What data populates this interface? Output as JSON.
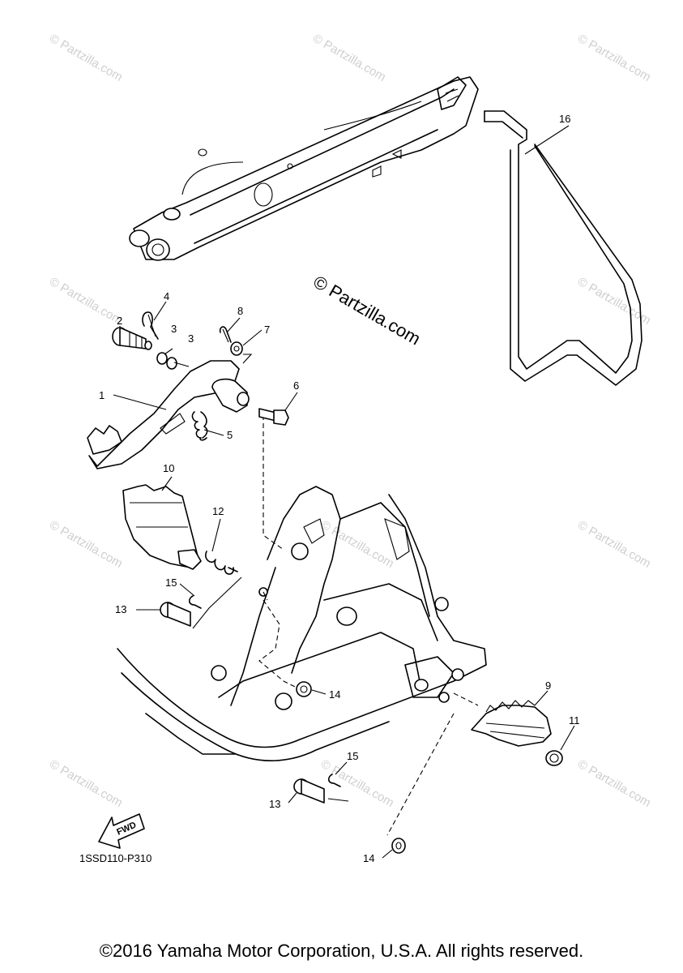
{
  "watermark": {
    "small_text": "© Partzilla.com",
    "center_text": "© Partzilla.com"
  },
  "callouts": {
    "c1": "1",
    "c2": "2",
    "c3a": "3",
    "c3b": "3",
    "c4": "4",
    "c5": "5",
    "c6": "6",
    "c7": "7",
    "c8": "8",
    "c9": "9",
    "c10": "10",
    "c11": "11",
    "c12": "12",
    "c13a": "13",
    "c13b": "13",
    "c14a": "14",
    "c14b": "14",
    "c15a": "15",
    "c15b": "15",
    "c16": "16"
  },
  "fwd_label": "FWD",
  "diagram_code": "1SSD110-P310",
  "copyright": "©2016 Yamaha Motor Corporation, U.S.A. All rights reserved."
}
